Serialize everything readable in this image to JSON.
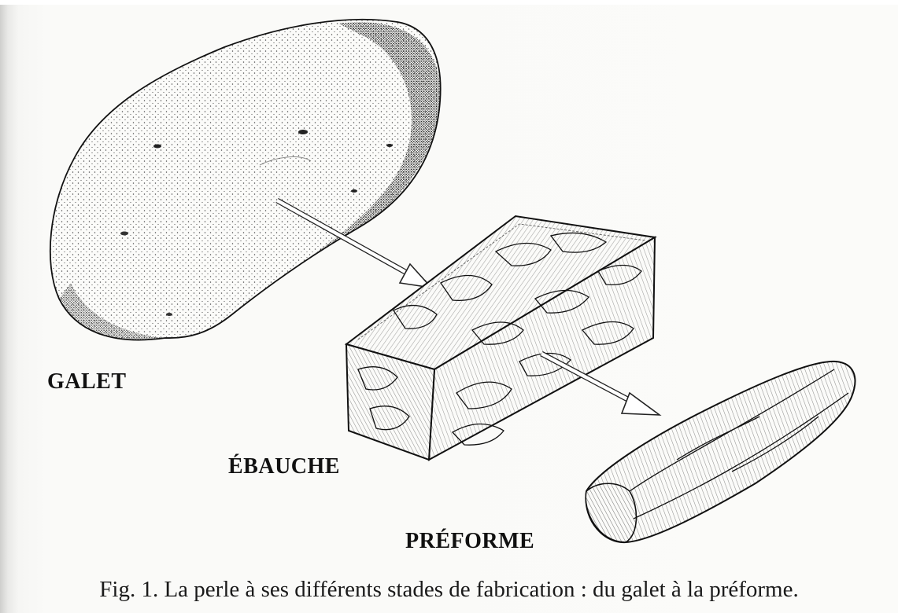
{
  "figure": {
    "labels": {
      "galet": "GALET",
      "ebauche": "ÉBAUCHE",
      "preforme": "PRÉFORME"
    },
    "caption": "Fig. 1. La perle à ses différents stades de fabrication : du galet à la préforme."
  }
}
